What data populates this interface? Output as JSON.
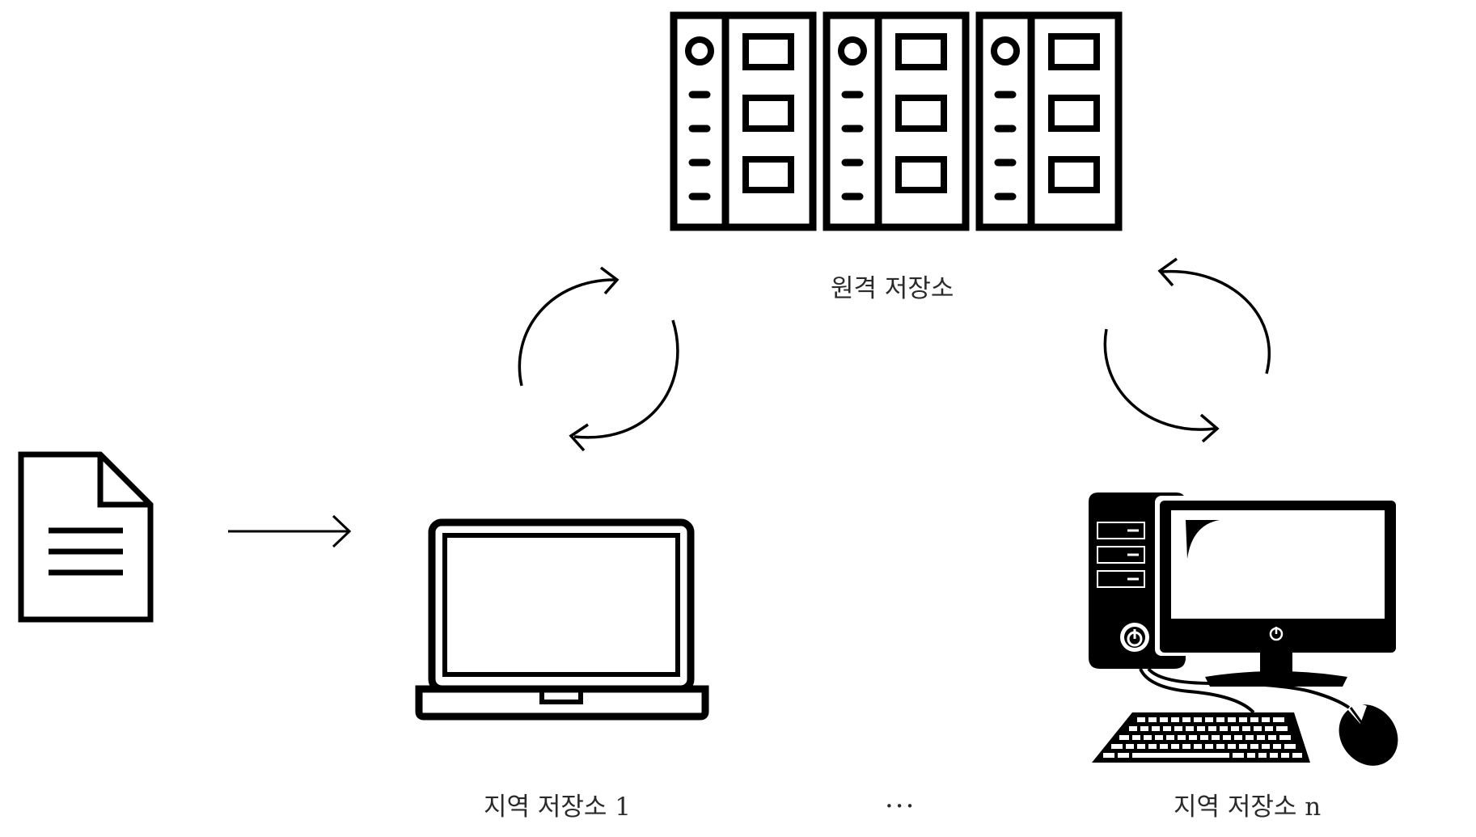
{
  "labels": {
    "remote": "원격 저장소",
    "local_1": "지역 저장소 1",
    "ellipsis": "···",
    "local_n": "지역 저장소 n"
  },
  "icons": {
    "document": "document-icon",
    "servers": "server-rack-icon",
    "laptop": "laptop-icon",
    "desktop": "desktop-computer-icon"
  },
  "colors": {
    "stroke": "#000000",
    "text": "#2a2a2a",
    "background": "#ffffff"
  }
}
